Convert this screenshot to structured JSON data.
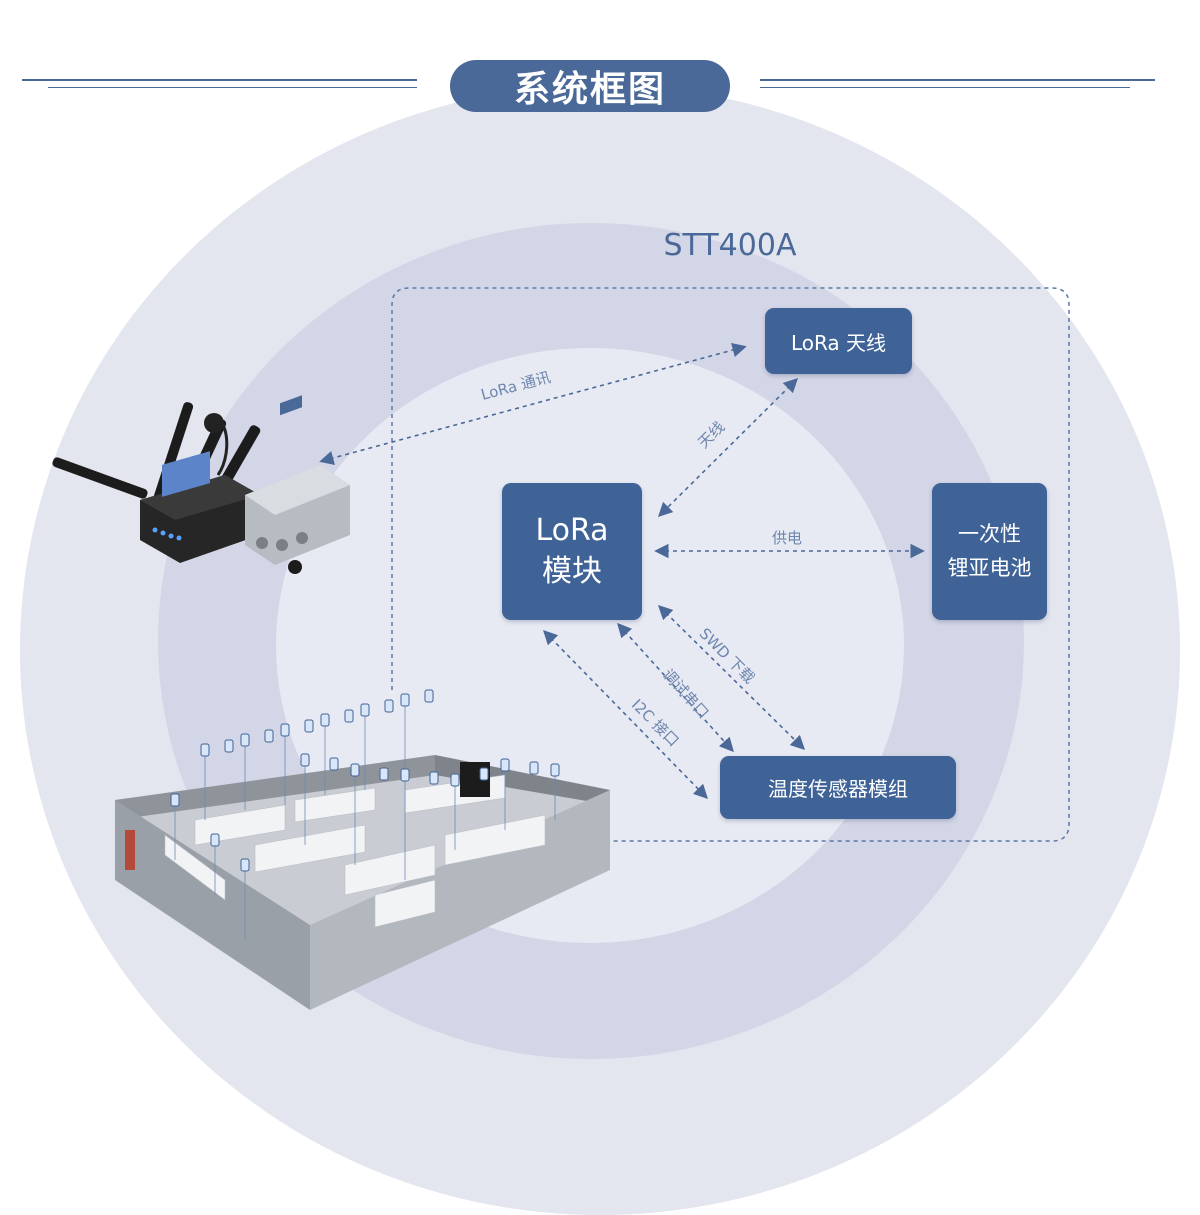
{
  "title": "系统框图",
  "product": "STT400A",
  "nodes": {
    "antenna": "LoRa 天线",
    "lora_module_line1": "LoRa",
    "lora_module_line2": "模块",
    "battery_line1": "一次性",
    "battery_line2": "锂亚电池",
    "sensor": "温度传感器模组"
  },
  "edges": {
    "lora_comm": "LoRa 通讯",
    "antenna": "天线",
    "power": "供电",
    "swd": "SWD 下载",
    "debug_uart": "调试串口",
    "i2c": "I2C 接口"
  },
  "colors": {
    "accent": "#4a6898",
    "node_fill": "#3f6397",
    "dashed_line": "#5b78a6"
  },
  "images": {
    "gateway": "lora-gateway-photo",
    "datacenter": "datacenter-3d-render"
  }
}
